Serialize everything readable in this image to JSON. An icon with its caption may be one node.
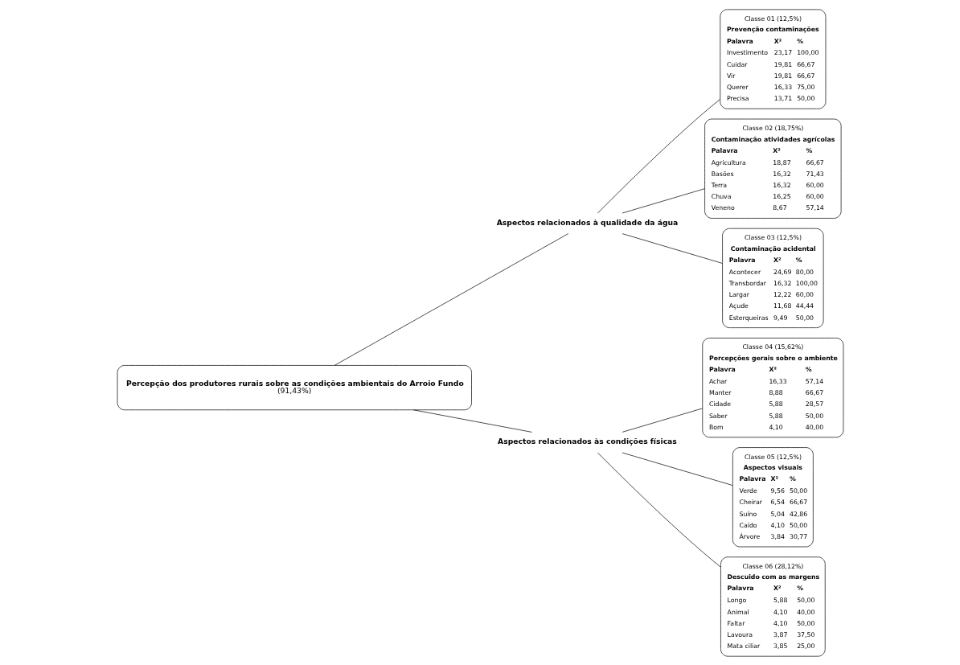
{
  "diagram": {
    "nodes": [
      {
        "text": [
          "Percepção dos produtores rurais sobre as condições ambientais do Arroio Fundo",
          "(91,43%)"
        ]
      },
      {
        "text": [
          "Aspectos relacionados à qualidade da água"
        ]
      },
      {
        "text": [
          "Classe 01 (12,5%)",
          "Prevenção contaminações",
          "Palavra",
          "X²",
          "%",
          "Investimento",
          "23,17",
          "100,00",
          "Cuidar",
          "19,81",
          "66,67",
          "Vir",
          "19,81",
          "66,67",
          "Querer",
          "16,33",
          "75,00",
          "Precisa",
          "13,71",
          "50,00"
        ]
      },
      {
        "text": [
          "Classe 02 (18,75%)",
          "Contaminação atividades agrícolas",
          "Palavra",
          "X²",
          "%",
          "Agricultura",
          "18,87",
          "66,67",
          "Basões",
          "16,32",
          "71,43",
          "Terra",
          "16,32",
          "60,00",
          "Chuva",
          "16,25",
          "60,00",
          "Veneno",
          "8,67",
          "57,14"
        ]
      },
      {
        "text": [
          "Classe 03 (12,5%)",
          "Contaminação acidental",
          "Palavra",
          "X²",
          "%",
          "Acontecer",
          "24,69",
          "80,00",
          "Transbordar",
          "16,32",
          "100,00",
          "Largar",
          "12,22",
          "60,00",
          "Açude",
          "11,68",
          "44,44",
          "Esterqueiras",
          "9,49",
          "50,00"
        ]
      },
      {
        "text": [
          "Aspectos relacionados às condições físicas"
        ]
      },
      {
        "text": [
          "Classe 04 (15,62%)",
          "Percepções gerais sobre o ambiente",
          "Palavra",
          "X²",
          "%",
          "Achar",
          "16,33",
          "57,14",
          "Manter",
          "8,88",
          "66,67",
          "Cidade",
          "5,88",
          "28,57",
          "Saber",
          "5,88",
          "50,00",
          "Bom",
          "4,10",
          "40,00"
        ]
      },
      {
        "text": [
          "Classe 05 (12,5%)",
          "Aspectos visuais",
          "Palavra",
          "X²",
          "%",
          "Verde",
          "9,56",
          "50,00",
          "Cheirar",
          "6,54",
          "66,67",
          "Suíno",
          "5,04",
          "42,86",
          "Caído",
          "4,10",
          "50,00",
          "Árvore",
          "3,84",
          "30,77"
        ]
      },
      {
        "text": [
          "Classe 06 (28,12%)",
          "Descuido com as margens",
          "Palavra",
          "X²",
          "%",
          "Longo",
          "5,88",
          "50,00",
          "Animal",
          "4,10",
          "40,00",
          "Faltar",
          "4,10",
          "50,00",
          "Lavoura",
          "3,87",
          "37,50",
          "Mata ciliar",
          "3,85",
          "25,00"
        ]
      }
    ],
    "edges": [
      {
        "from": 0,
        "to": 1,
        "arrow": "none"
      },
      {
        "from": 1,
        "to": 2,
        "arrow": "none"
      },
      {
        "from": 1,
        "to": 3,
        "arrow": "none"
      },
      {
        "from": 1,
        "to": 4,
        "arrow": "none"
      },
      {
        "from": 0,
        "to": 5,
        "arrow": "none"
      },
      {
        "from": 5,
        "to": 6,
        "arrow": "none"
      },
      {
        "from": 5,
        "to": 7,
        "arrow": "none"
      },
      {
        "from": 5,
        "to": 8,
        "arrow": "none"
      }
    ]
  }
}
